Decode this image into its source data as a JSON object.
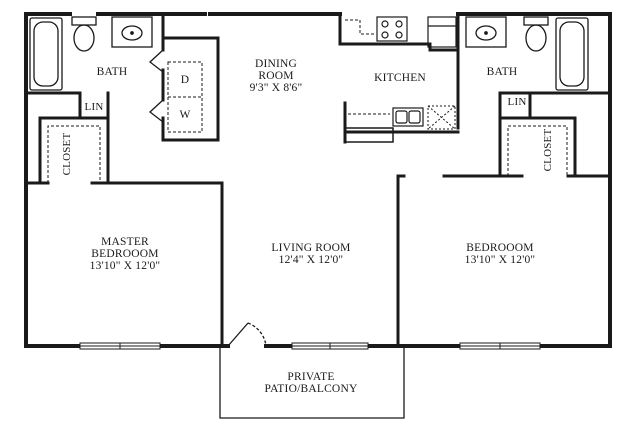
{
  "rooms": {
    "dining": {
      "name": "DINING",
      "name2": "ROOM",
      "size": "9'3\" X 8'6\""
    },
    "kitchen": {
      "name": "KITCHEN"
    },
    "bath_left": {
      "name": "BATH"
    },
    "bath_right": {
      "name": "BATH"
    },
    "lin_left": {
      "name": "LIN"
    },
    "lin_right": {
      "name": "LIN"
    },
    "closet_left": {
      "name": "CLOSET"
    },
    "closet_right": {
      "name": "CLOSET"
    },
    "master": {
      "name": "MASTER",
      "name2": "BEDROOOM",
      "size": "13'10\" X 12'0\""
    },
    "living": {
      "name": "LIVING ROOM",
      "size": "12'4\" X 12'0\""
    },
    "bedroom": {
      "name": "BEDROOOM",
      "size": "13'10\" X 12'0\""
    },
    "patio": {
      "name": "PRIVATE",
      "name2": "PATIO/BALCONY"
    }
  },
  "appliances": {
    "dryer": "D",
    "washer": "W"
  }
}
